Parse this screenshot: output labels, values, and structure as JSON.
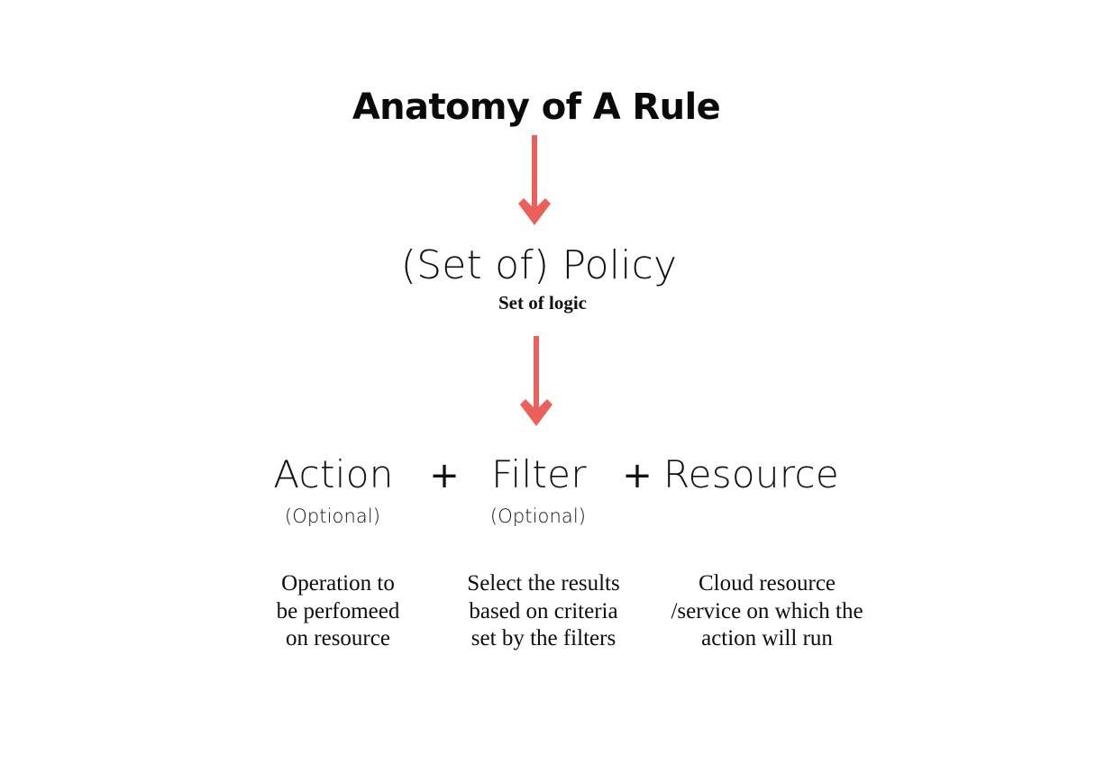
{
  "page": {
    "title": "Anatomy of A Rule",
    "background_color": "#ffffff",
    "text_color": "#111111",
    "accent_color": "#e9615a"
  },
  "diagram": {
    "type": "flow-hierarchy",
    "heading": "Anatomy of A Rule",
    "arrows": [
      {
        "name": "arrow-title-to-policy",
        "direction": "down",
        "color": "#e9615a"
      },
      {
        "name": "arrow-policy-to-components",
        "direction": "down",
        "color": "#e9615a"
      }
    ],
    "policy": {
      "label": "(Set of) Policy",
      "subtitle": "Set of logic"
    },
    "operators": {
      "plus_one": "+",
      "plus_two": "+"
    },
    "components": [
      {
        "name": "action",
        "label": "Action",
        "optional_tag": "(Optional)",
        "description": "Operation to\nbe perfomeed\non resource"
      },
      {
        "name": "filter",
        "label": "Filter",
        "optional_tag": "(Optional)",
        "description": "Select the results\nbased on criteria\nset by the filters"
      },
      {
        "name": "resource",
        "label": "Resource",
        "optional_tag": "",
        "description": "Cloud resource\n/service on which the\naction will run"
      }
    ]
  }
}
